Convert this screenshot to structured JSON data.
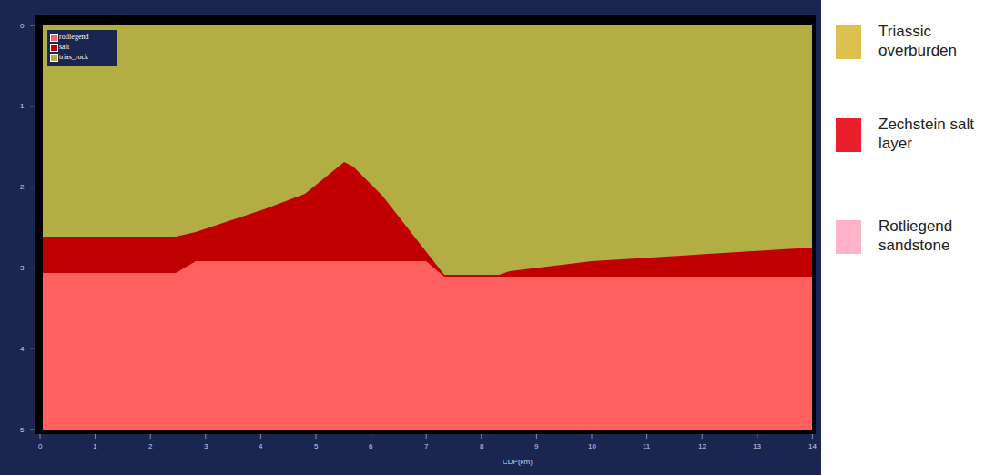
{
  "diagram": {
    "labels": [
      "0",
      "1",
      "2",
      "3",
      "4",
      "5",
      "6",
      "7",
      "8",
      "9",
      "10",
      "11",
      "12",
      "13",
      "14",
      "CDP(km)",
      "0",
      "1",
      "2",
      "3",
      "4",
      "5"
    ],
    "legend": [
      {
        "text": "rotliegend",
        "color": "#ff6060"
      },
      {
        "text": "salt",
        "color": "#c00000"
      },
      {
        "text": "trias_rock",
        "color": "#b2ae44"
      },
      {
        "text": "Triassic overburden",
        "color": "#dcc050"
      },
      {
        "text": "Zechstein salt layer",
        "color": "#ea1f2a"
      },
      {
        "text": "Rotliegend sandstone",
        "color": "#ffb3cb"
      }
    ]
  }
}
